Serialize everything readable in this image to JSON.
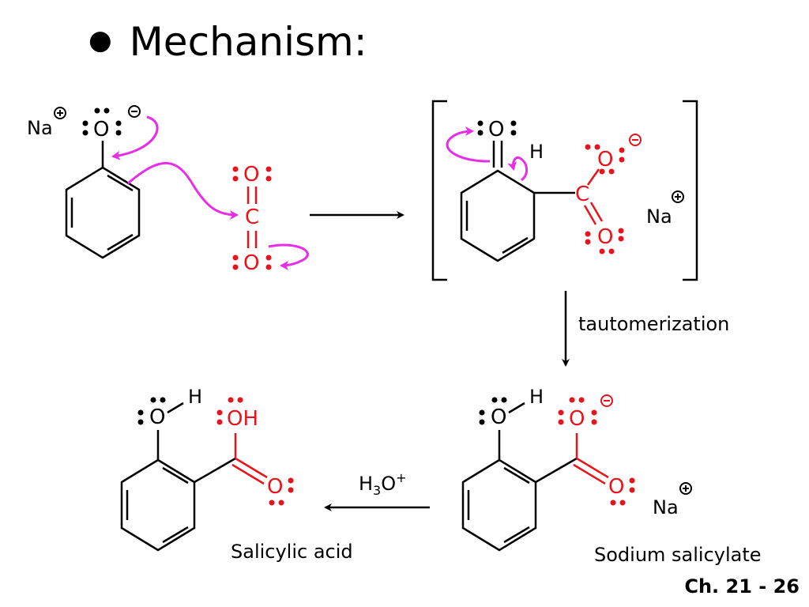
{
  "slide": {
    "title": "Mechanism:",
    "footer": "Ch. 21 - 26"
  },
  "reagents": {
    "na_symbol": "Na",
    "oxygen": "O",
    "carbon": "C",
    "hydrogen": "H",
    "hydroxyl": "OH",
    "hydronium_base": "H",
    "hydronium_sub": "3",
    "hydronium_o": "O",
    "hydronium_charge": "+"
  },
  "steps": {
    "tautomerization_label": "tautomerization"
  },
  "products": {
    "salicylic_acid": "Salicylic acid",
    "sodium_salicylate": "Sodium salicylate"
  },
  "colors": {
    "black": "#000000",
    "red": "#e8141b",
    "magenta": "#e62ee6"
  }
}
